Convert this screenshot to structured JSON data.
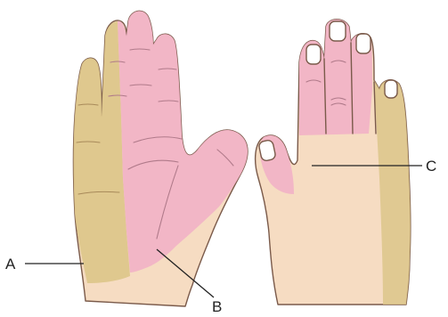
{
  "labels": {
    "a": "A",
    "b": "B",
    "c": "C"
  },
  "colors": {
    "skin": "#f6dcc2",
    "region_a": "#dcc58a",
    "region_b": "#f1b3c6",
    "region_c": "#f8e0c8",
    "outline": "#7a5a4a",
    "nail": "#ffffff"
  }
}
